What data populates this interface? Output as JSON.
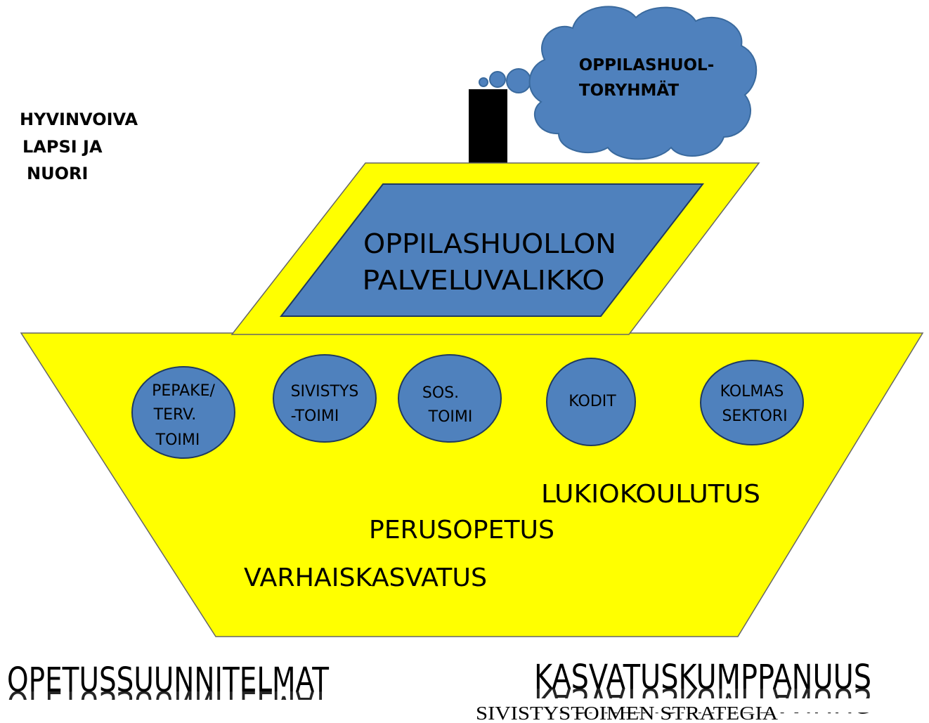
{
  "corner_label": {
    "line1": "HYVINVOIVA",
    "line2": "LAPSI JA",
    "line3": "NUORI"
  },
  "cloud": {
    "line1": "OPPILASHUOL-",
    "line2": "TORYHMÄT"
  },
  "deck_panel": {
    "line1": "OPPILASHUOLLON",
    "line2": "PALVELUVALIKKO"
  },
  "portholes": [
    {
      "lines": [
        "PEPAKE/",
        "TERV.",
        "TOIMI"
      ]
    },
    {
      "lines": [
        "SIVISTYS",
        "-TOIMI"
      ]
    },
    {
      "lines": [
        "SOS.",
        "TOIMI"
      ]
    },
    {
      "lines": [
        "KODIT"
      ]
    },
    {
      "lines": [
        "KOLMAS",
        "SEKTORI"
      ]
    }
  ],
  "hull_levels": {
    "top": "LUKIOKOULUTUS",
    "middle": "PERUSOPETUS",
    "bottom": "VARHAISKASVATUS"
  },
  "waves": {
    "left": "OPETUSSUUNNITELMAT",
    "right": "KASVATUSKUMPPANUUS"
  },
  "footer": "SIVISTYSTOIMEN STRATEGIA",
  "colors": {
    "yellow": "#ffff00",
    "blue": "#4f81bd",
    "black": "#000000",
    "white": "#ffffff"
  }
}
